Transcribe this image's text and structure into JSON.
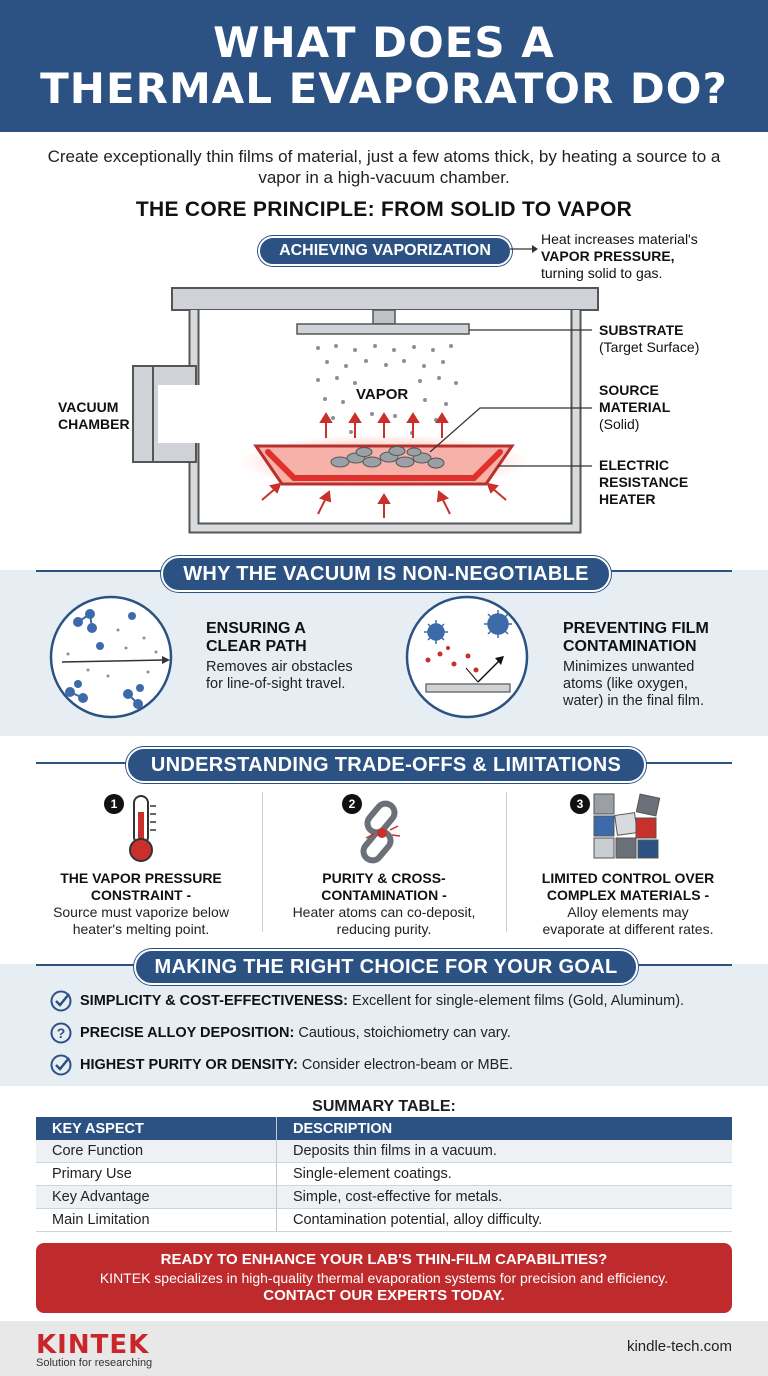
{
  "header": {
    "title_line1": "WHAT DOES A",
    "title_line2": "THERMAL EVAPORATOR DO?"
  },
  "intro": "Create exceptionally thin films of material, just a few atoms thick, by heating a source to a vapor in a high-vacuum chamber.",
  "core": {
    "heading": "THE CORE PRINCIPLE: FROM SOLID TO VAPOR",
    "pill": "ACHIEVING VAPORIZATION",
    "note_line1": "Heat increases material's",
    "note_bold": "VAPOR PRESSURE,",
    "note_line3": "turning solid to gas.",
    "vapor": "VAPOR",
    "chamber_line1": "VACUUM",
    "chamber_line2": "CHAMBER",
    "substrate_bold": "SUBSTRATE",
    "substrate_sub": "(Target Surface)",
    "source_line1": "SOURCE",
    "source_line2": "MATERIAL",
    "source_sub": "(Solid)",
    "heater_line1": "ELECTRIC",
    "heater_line2": "RESISTANCE",
    "heater_line3": "HEATER"
  },
  "vacuum": {
    "heading": "WHY THE VACUUM IS NON-NEGOTIABLE",
    "left_title_line1": "ENSURING A",
    "left_title_line2": "CLEAR PATH",
    "left_text_line1": "Removes air obstacles",
    "left_text_line2": "for line-of-sight travel.",
    "right_title_line1": "PREVENTING FILM",
    "right_title_line2": "CONTAMINATION",
    "right_text_line1": "Minimizes unwanted",
    "right_text_line2": "atoms (like oxygen,",
    "right_text_line3": "water) in the final film."
  },
  "tradeoffs": {
    "heading": "UNDERSTANDING TRADE-OFFS & LIMITATIONS",
    "items": [
      {
        "num": "1",
        "title_line1": "THE VAPOR PRESSURE",
        "title_line2": "CONSTRAINT -",
        "text_line1": "Source must vaporize below",
        "text_line2": "heater's melting point."
      },
      {
        "num": "2",
        "title_line1": "PURITY & CROSS-",
        "title_line2": "CONTAMINATION -",
        "text_line1": "Heater atoms can co-deposit,",
        "text_line2": "reducing purity."
      },
      {
        "num": "3",
        "title_line1": "LIMITED CONTROL OVER",
        "title_line2": "COMPLEX MATERIALS -",
        "text_line1": "Alloy elements may",
        "text_line2": "evaporate at different rates."
      }
    ]
  },
  "choice": {
    "heading": "MAKING THE RIGHT CHOICE FOR YOUR GOAL",
    "items": [
      {
        "icon": "check-circle-icon",
        "bold": "SIMPLICITY & COST-EFFECTIVENESS:",
        "text": " Excellent for single-element films (Gold, Aluminum)."
      },
      {
        "icon": "question-circle-icon",
        "bold": "PRECISE ALLOY DEPOSITION:",
        "text": " Cautious, stoichiometry can vary."
      },
      {
        "icon": "check-circle-icon",
        "bold": "HIGHEST PURITY OR DENSITY:",
        "text": " Consider electron-beam or MBE."
      }
    ]
  },
  "summary": {
    "title": "SUMMARY TABLE:",
    "col1": "KEY ASPECT",
    "col2": "DESCRIPTION",
    "rows": [
      [
        "Core Function",
        "Deposits thin films in a vacuum."
      ],
      [
        "Primary Use",
        "Single-element coatings."
      ],
      [
        "Key Advantage",
        "Simple, cost-effective for metals."
      ],
      [
        "Main Limitation",
        "Contamination potential, alloy difficulty."
      ]
    ]
  },
  "cta": {
    "headline": "READY TO ENHANCE YOUR LAB'S THIN-FILM CAPABILITIES?",
    "text": "KINTEK specializes in high-quality thermal evaporation systems for precision and efficiency.",
    "action": "CONTACT OUR EXPERTS TODAY."
  },
  "footer": {
    "brand": "KINTEK",
    "tagline": "Solution for researching",
    "site": "kindle-tech.com"
  },
  "colors": {
    "navy": "#2c5283",
    "red": "#bf2b2d",
    "band": "#e6eef3",
    "heater": "#e0302b"
  }
}
